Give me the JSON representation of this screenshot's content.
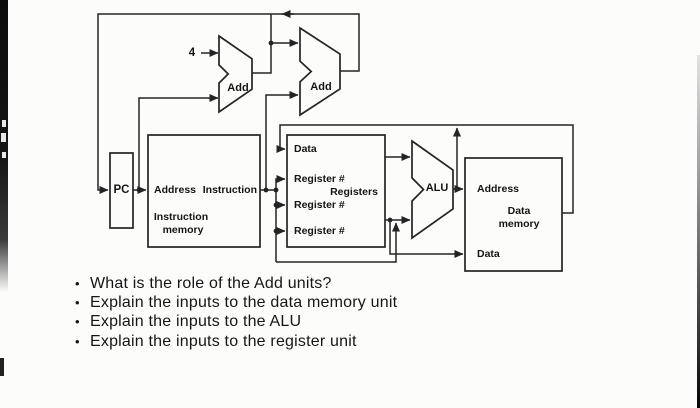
{
  "colors": {
    "ink": "#242424",
    "paper": "#fcfcfb"
  },
  "diagram": {
    "constant_four": "4",
    "adder_top_left": {
      "label": "Add"
    },
    "adder_top_right": {
      "label": "Add"
    },
    "pc": {
      "label": "PC"
    },
    "instruction_memory": {
      "port_address": "Address",
      "port_instruction": "Instruction",
      "title_line1": "Instruction",
      "title_line2": "memory"
    },
    "registers": {
      "port_data": "Data",
      "port_register1": "Register #",
      "port_register2": "Register #",
      "port_register3": "Register #",
      "title": "Registers"
    },
    "alu": {
      "label": "ALU"
    },
    "data_memory": {
      "port_address": "Address",
      "port_data": "Data",
      "title_line1": "Data",
      "title_line2": "memory"
    }
  },
  "questions": {
    "bullet_glyph": "•",
    "items": [
      "What is the role of the Add units?",
      "Explain the inputs to the data memory unit",
      "Explain the inputs to the ALU",
      "Explain the inputs to the register unit"
    ]
  }
}
